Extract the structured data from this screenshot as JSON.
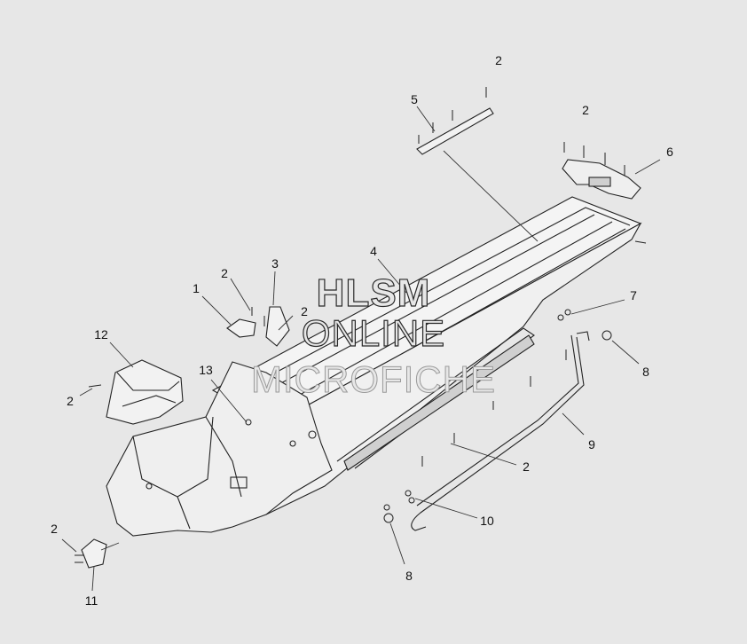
{
  "watermark": {
    "line1": "HLSM",
    "line2": "ONLINE",
    "line3": "MICROFICHE"
  },
  "callouts": {
    "c1": "1",
    "c2a": "2",
    "c2b": "2",
    "c2c": "2",
    "c2d": "2",
    "c2e": "2",
    "c2f": "2",
    "c2g": "2",
    "c3": "3",
    "c4": "4",
    "c5": "5",
    "c6": "6",
    "c7": "7",
    "c8a": "8",
    "c8b": "8",
    "c9": "9",
    "c10": "10",
    "c11": "11",
    "c12": "12",
    "c13": "13"
  }
}
